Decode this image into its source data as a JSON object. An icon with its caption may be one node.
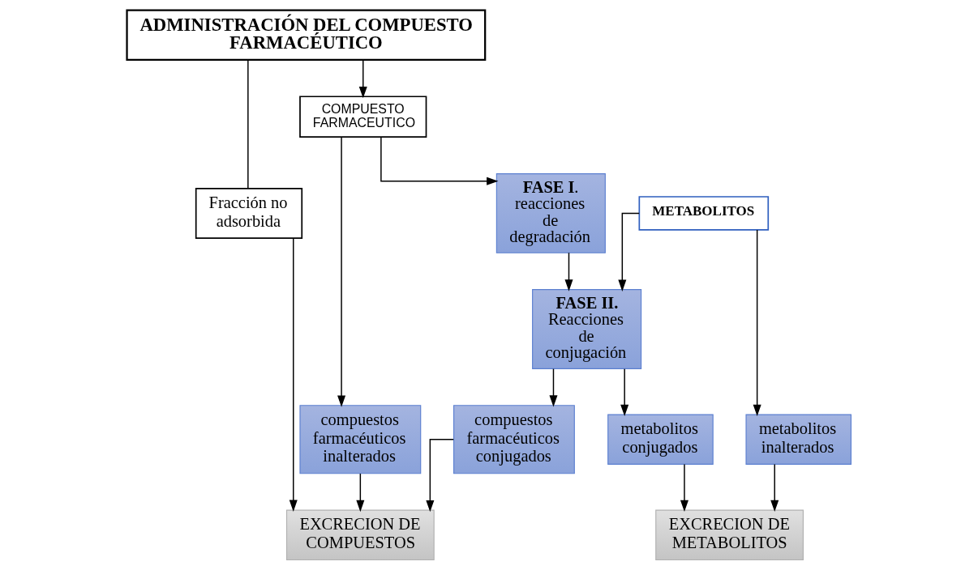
{
  "diagram": {
    "nodes": [
      {
        "text": [
          "ADMINISTRACIÓN DEL COMPUESTO FARMACÉUTICO"
        ]
      },
      {
        "text": [
          "COMPUESTO FARMACEUTICO"
        ]
      },
      {
        "text": [
          "**FASE I**. reacciones de degradación"
        ]
      },
      {
        "text": [
          "METABOLITOS"
        ]
      },
      {
        "text": [
          "Fracción no adsorbida"
        ]
      },
      {
        "text": [
          "**FASE II.** Reacciones de conjugación"
        ]
      },
      {
        "text": [
          "compuestos farmacéuticos inalterados"
        ]
      },
      {
        "text": [
          "compuestos farmacéuticos conjugados"
        ]
      },
      {
        "text": [
          "metabolitos conjugados"
        ]
      },
      {
        "text": [
          "metabolitos inalterados"
        ]
      },
      {
        "text": [
          "EXCRECION DE COMPUESTOS"
        ]
      },
      {
        "text": [
          "EXCRECION DE METABOLITOS"
        ]
      }
    ],
    "edges": [
      {
        "from": 0,
        "to": 1,
        "arrow": "to"
      },
      {
        "from": 0,
        "to": 4,
        "arrow": "none"
      },
      {
        "from": 4,
        "to": 10,
        "arrow": "to"
      },
      {
        "from": 1,
        "to": 2,
        "arrow": "to"
      },
      {
        "from": 2,
        "to": 5,
        "arrow": "to"
      },
      {
        "from": 3,
        "to": 5,
        "arrow": "to"
      },
      {
        "from": 3,
        "to": 9,
        "arrow": "to"
      },
      {
        "from": 1,
        "to": 6,
        "arrow": "to"
      },
      {
        "from": 5,
        "to": 7,
        "arrow": "to"
      },
      {
        "from": 5,
        "to": 8,
        "arrow": "to"
      },
      {
        "from": 6,
        "to": 10,
        "arrow": "to"
      },
      {
        "from": 7,
        "to": 10,
        "arrow": "to"
      },
      {
        "from": 8,
        "to": 11,
        "arrow": "to"
      },
      {
        "from": 9,
        "to": 11,
        "arrow": "to"
      }
    ]
  }
}
